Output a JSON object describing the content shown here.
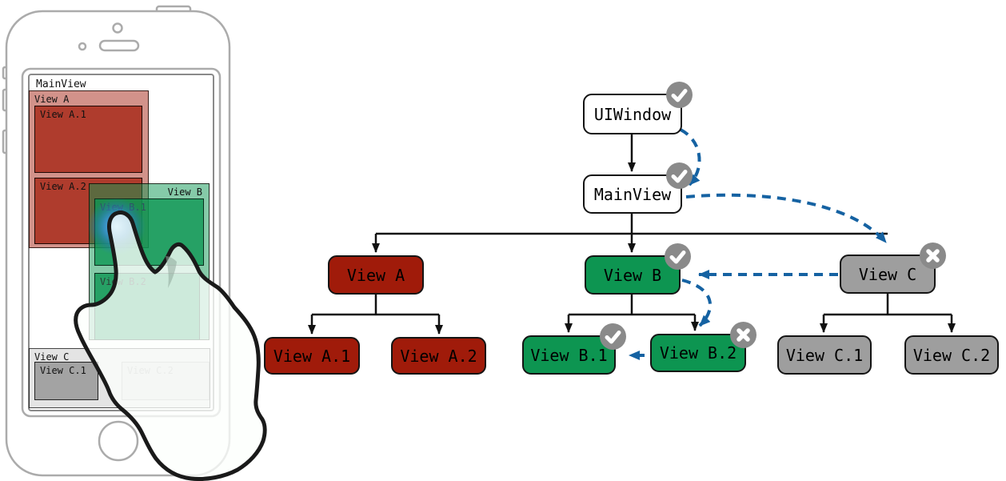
{
  "phone": {
    "main_view": "MainView",
    "view_a": "View A",
    "view_a1": "View A.1",
    "view_a2": "View A.2",
    "view_b": "View B",
    "view_b1": "View B.1",
    "view_b2": "View B.2",
    "view_c": "View C",
    "view_c1": "View C.1",
    "view_c2": "View C.2"
  },
  "tree": {
    "nodes": {
      "uiwindow": {
        "label": "UIWindow",
        "badge": "check"
      },
      "mainview": {
        "label": "MainView",
        "badge": "check"
      },
      "view_a": {
        "label": "View A",
        "badge": "none"
      },
      "view_b": {
        "label": "View B",
        "badge": "check"
      },
      "view_c": {
        "label": "View C",
        "badge": "cross"
      },
      "view_a1": {
        "label": "View A.1",
        "badge": "none"
      },
      "view_a2": {
        "label": "View A.2",
        "badge": "none"
      },
      "view_b1": {
        "label": "View B.1",
        "badge": "check"
      },
      "view_b2": {
        "label": "View B.2",
        "badge": "cross"
      },
      "view_c1": {
        "label": "View C.1",
        "badge": "none"
      },
      "view_c2": {
        "label": "View C.2",
        "badge": "none"
      }
    }
  },
  "colors": {
    "red": "#A01B0A",
    "green": "#0D9551",
    "gray": "#9E9E9E",
    "blue": "#1562A2",
    "badge-gray": "#8A8A8A"
  }
}
